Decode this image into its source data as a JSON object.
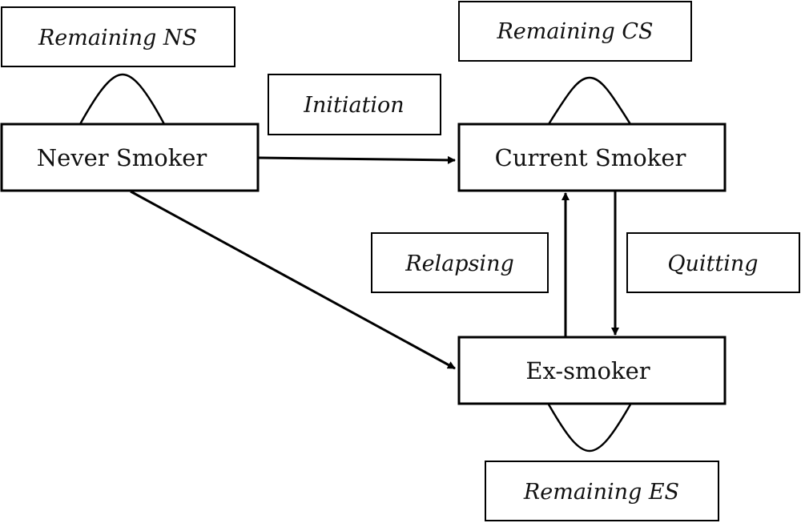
{
  "diagram": {
    "states": {
      "never_smoker": "Never Smoker",
      "current_smoker": "Current Smoker",
      "ex_smoker": "Ex-smoker"
    },
    "labels": {
      "remaining_ns": "Remaining NS",
      "remaining_cs": "Remaining CS",
      "remaining_es": "Remaining ES",
      "initiation": "Initiation",
      "relapsing": "Relapsing",
      "quitting": "Quitting"
    }
  }
}
